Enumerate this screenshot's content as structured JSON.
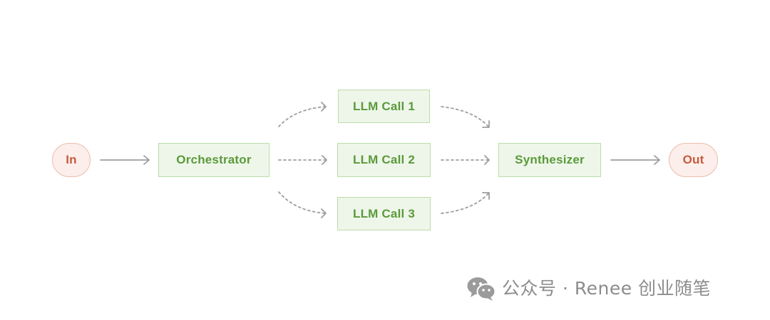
{
  "nodes": {
    "input": "In",
    "orchestrator": "Orchestrator",
    "llm_call_1": "LLM Call 1",
    "llm_call_2": "LLM Call 2",
    "llm_call_3": "LLM Call 3",
    "synthesizer": "Synthesizer",
    "output": "Out"
  },
  "watermark": {
    "icon": "wechat-icon",
    "text": "公众号 · Renee 创业随笔"
  },
  "colors": {
    "background": "#FFFFFF",
    "io_fill": "#FCEEEA",
    "io_border": "#ECBCAD",
    "io_text": "#C75A3F",
    "step_fill": "#EEF6EA",
    "step_border": "#BADCA9",
    "step_text": "#5B9A3A",
    "arrow": "#9E9E9E",
    "watermark": "#8C8C8C"
  }
}
